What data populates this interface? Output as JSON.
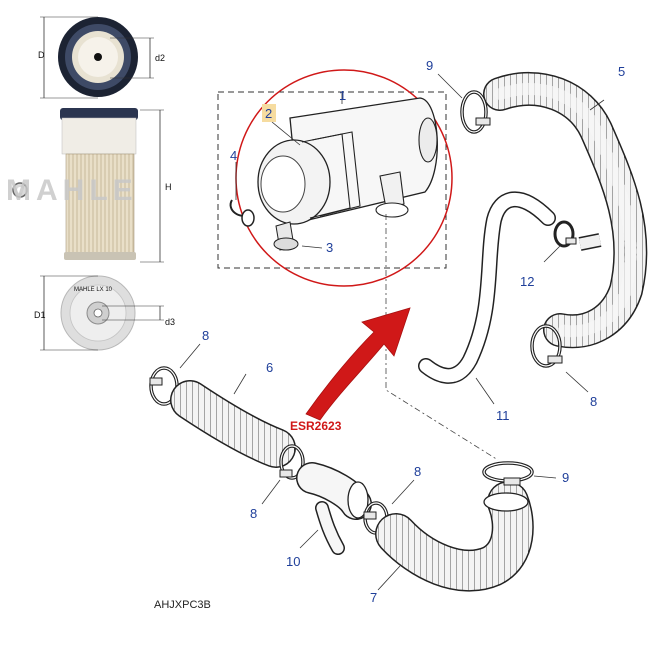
{
  "inset": {
    "brand_watermark": "MAHLE",
    "dimension_labels": {
      "D": "D",
      "d2": "d2",
      "H": "H",
      "D1": "D1",
      "d3": "d3"
    },
    "plate_text": "MAHLE  LX 10"
  },
  "callouts": {
    "n1": "1",
    "n2": "2",
    "n3": "3",
    "n4": "4",
    "n5": "5",
    "n6": "6",
    "n7": "7",
    "n8a": "8",
    "n8b": "8",
    "n8c": "8",
    "n8d": "8",
    "n9a": "9",
    "n9b": "9",
    "n10": "10",
    "n11": "11",
    "n12": "12"
  },
  "reference_label": "ESR2623",
  "drawing_code": "AHJXPC3B",
  "colors": {
    "callout_blue": "#1f3f9a",
    "highlight_red": "#d01818",
    "highlight_box": "#f6dca0",
    "line_gray": "#333333",
    "filter_paper": "#e6dcc6"
  }
}
